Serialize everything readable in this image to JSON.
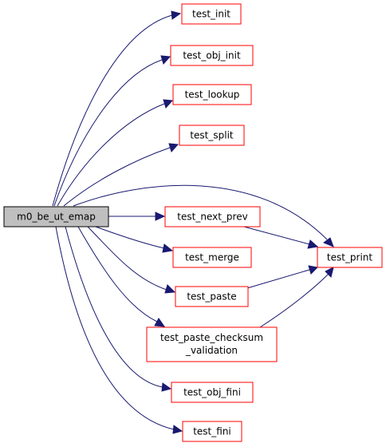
{
  "colors": {
    "edge": "#191970",
    "node_border": "#ff0000",
    "root_fill": "#bfbfbf",
    "root_border": "#000000",
    "background": "#ffffff"
  },
  "nodes": {
    "root": "m0_be_ut_emap",
    "test_init": "test_init",
    "test_obj_init": "test_obj_init",
    "test_lookup": "test_lookup",
    "test_split": "test_split",
    "test_next_prev": "test_next_prev",
    "test_merge": "test_merge",
    "test_paste": "test_paste",
    "test_paste_checksum_line1": "test_paste_checksum",
    "test_paste_checksum_line2": "_validation",
    "test_obj_fini": "test_obj_fini",
    "test_fini": "test_fini",
    "test_print": "test_print"
  },
  "edges": [
    {
      "from": "m0_be_ut_emap",
      "to": "test_init"
    },
    {
      "from": "m0_be_ut_emap",
      "to": "test_obj_init"
    },
    {
      "from": "m0_be_ut_emap",
      "to": "test_lookup"
    },
    {
      "from": "m0_be_ut_emap",
      "to": "test_split"
    },
    {
      "from": "m0_be_ut_emap",
      "to": "test_print"
    },
    {
      "from": "m0_be_ut_emap",
      "to": "test_next_prev"
    },
    {
      "from": "m0_be_ut_emap",
      "to": "test_merge"
    },
    {
      "from": "m0_be_ut_emap",
      "to": "test_paste"
    },
    {
      "from": "m0_be_ut_emap",
      "to": "test_paste_checksum_validation"
    },
    {
      "from": "m0_be_ut_emap",
      "to": "test_obj_fini"
    },
    {
      "from": "m0_be_ut_emap",
      "to": "test_fini"
    },
    {
      "from": "test_next_prev",
      "to": "test_print"
    },
    {
      "from": "test_paste",
      "to": "test_print"
    },
    {
      "from": "test_paste_checksum_validation",
      "to": "test_print"
    }
  ]
}
